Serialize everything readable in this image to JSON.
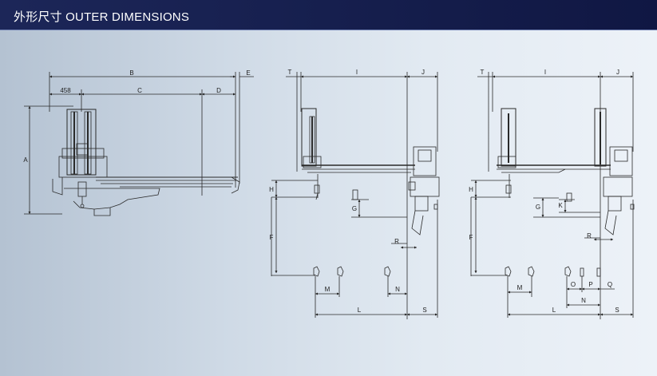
{
  "header": {
    "title": "外形尺寸 OUTER DIMENSIONS"
  },
  "views": {
    "left": {
      "dim_B": "B",
      "dim_E": "E",
      "dim_458": "458",
      "dim_C": "C",
      "dim_D": "D",
      "dim_A": "A"
    },
    "middle": {
      "dim_T": "T",
      "dim_I": "I",
      "dim_J": "J",
      "dim_H": "H",
      "dim_G": "G",
      "dim_F": "F",
      "dim_R": "R",
      "dim_M": "M",
      "dim_N": "N",
      "dim_L": "L",
      "dim_S": "S"
    },
    "right": {
      "dim_T": "T",
      "dim_I": "I",
      "dim_J": "J",
      "dim_H": "H",
      "dim_G": "G",
      "dim_K": "K",
      "dim_F": "F",
      "dim_R": "R",
      "dim_M": "M",
      "dim_O": "O",
      "dim_P": "P",
      "dim_Q": "Q",
      "dim_N": "N",
      "dim_L": "L",
      "dim_S": "S"
    }
  },
  "colors": {
    "header_bg": "#161f4e",
    "line": "#2a2a2a",
    "page_bg": "#dbe4ee"
  }
}
